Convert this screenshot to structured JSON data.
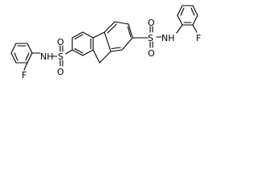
{
  "molecule": {
    "atom_labels": {
      "left_fluorine": "F",
      "left_nh": "NH",
      "left_sulfur": "S",
      "left_oxygen_upper": "O",
      "left_oxygen_lower": "O",
      "right_fluorine": "F",
      "right_nh": "NH",
      "right_sulfur": "S",
      "right_oxygen_upper": "O",
      "right_oxygen_lower": "O"
    }
  }
}
